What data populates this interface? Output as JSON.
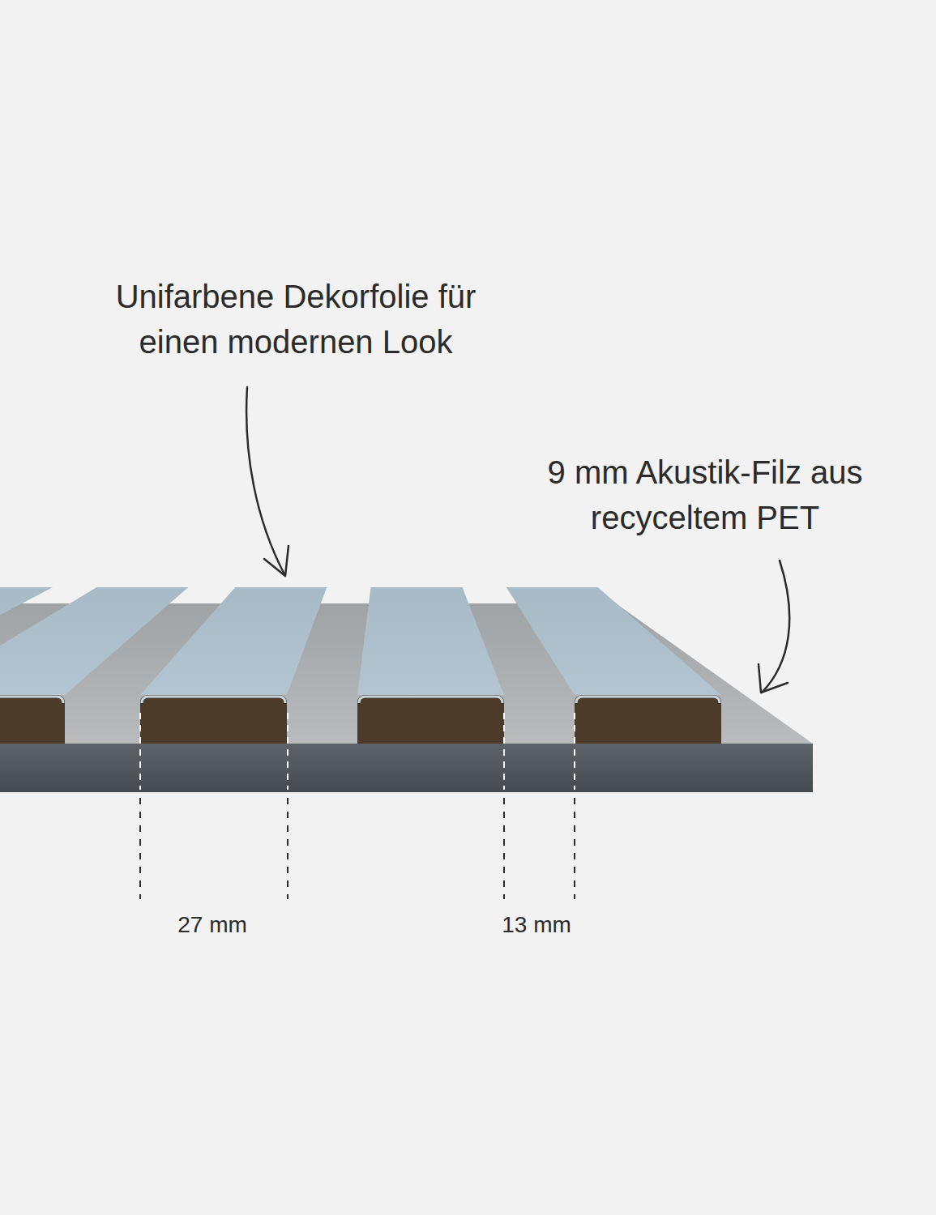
{
  "diagram": {
    "labels": [
      "Unifarbene Dekorfolie für einen modernen Look",
      "9 mm Akustik-Filz aus recyceltem PET",
      "27 mm",
      "13 mm"
    ]
  }
}
